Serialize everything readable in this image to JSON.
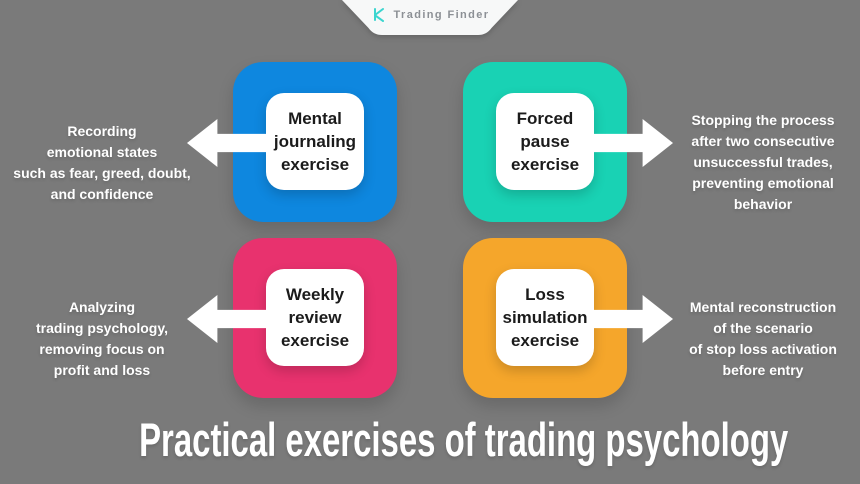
{
  "background_color": "#7a7a7a",
  "brand": {
    "name": "Trading Finder",
    "logo_icon": "trading-finder-monogram-icon",
    "logo_color": "#3cd5cf",
    "text_color": "#8c9095",
    "badge_color": "#f7f8f8"
  },
  "title": {
    "text": "Practical exercises of trading psychology",
    "color": "#ffffff"
  },
  "exercises": [
    {
      "id": "mental-journaling",
      "label": "Mental\njournaling\nexercise",
      "color": "#0e87df",
      "side": "left",
      "arrow_icon": "arrow-left-icon",
      "description": "Recording\nemotional states\nsuch as fear, greed, doubt,\nand confidence"
    },
    {
      "id": "forced-pause",
      "label": "Forced\npause\nexercise",
      "color": "#19d2b4",
      "side": "right",
      "arrow_icon": "arrow-right-icon",
      "description": "Stopping the process\nafter two consecutive\nunsuccessful trades,\npreventing emotional\nbehavior"
    },
    {
      "id": "weekly-review",
      "label": "Weekly\nreview\nexercise",
      "color": "#e8326e",
      "side": "left",
      "arrow_icon": "arrow-left-icon",
      "description": "Analyzing\ntrading psychology,\nremoving focus on\nprofit and loss"
    },
    {
      "id": "loss-simulation",
      "label": "Loss\nsimulation\nexercise",
      "color": "#f5a62b",
      "side": "right",
      "arrow_icon": "arrow-right-icon",
      "description": "Mental reconstruction\nof the scenario\nof stop loss activation\nbefore entry"
    }
  ]
}
